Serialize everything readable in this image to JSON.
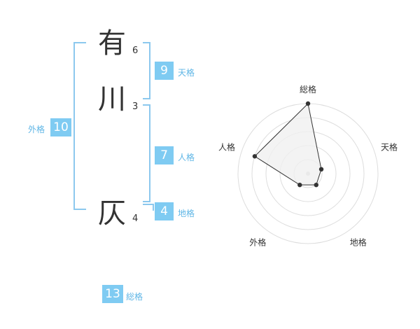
{
  "name": {
    "chars": [
      {
        "char": "有",
        "strokes": "6"
      },
      {
        "char": "川",
        "strokes": "3"
      },
      {
        "char": "仄",
        "strokes": "4"
      }
    ]
  },
  "kaku": {
    "tenkaku": {
      "value": "9",
      "label": "天格"
    },
    "jinkaku": {
      "value": "7",
      "label": "人格"
    },
    "chikaku": {
      "value": "4",
      "label": "地格"
    },
    "gaikaku": {
      "value": "10",
      "label": "外格"
    },
    "soukaku": {
      "value": "13",
      "label": "総格"
    }
  },
  "chart_data": {
    "type": "radar",
    "axes": [
      "総格",
      "天格",
      "地格",
      "外格",
      "人格"
    ],
    "values": [
      5,
      1,
      1,
      1,
      4
    ],
    "max": 5,
    "colors": {
      "fill": "#f0f0f0",
      "line": "#333333",
      "grid": "#dddddd"
    }
  }
}
